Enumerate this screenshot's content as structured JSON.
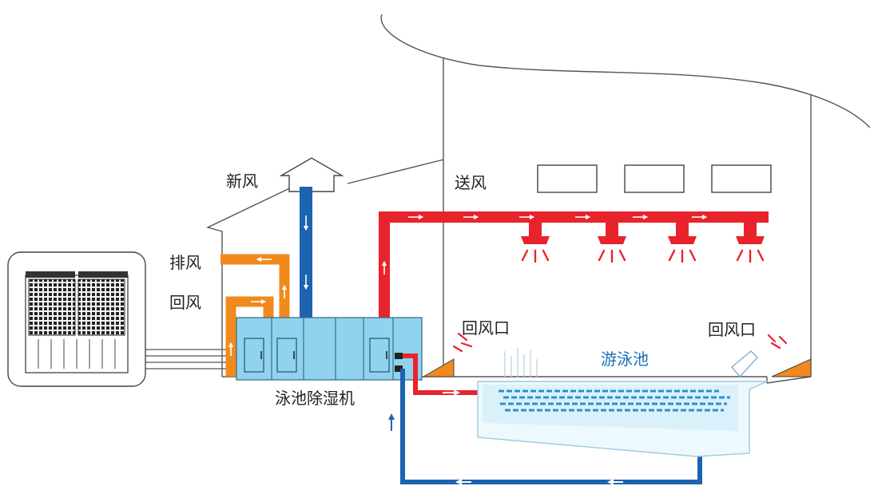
{
  "labels": {
    "fresh_air": "新风",
    "supply_air": "送风",
    "exhaust_air": "排风",
    "return_air": "回风",
    "return_vent_left": "回风口",
    "return_vent_right": "回风口",
    "pool": "游泳池",
    "dehumidifier": "泳池除湿机"
  },
  "colors": {
    "supply_duct": "#e8232c",
    "fresh_duct": "#1c63b0",
    "exhaust_duct": "#f08a1d",
    "unit_body": "#8fd3ee",
    "pool_water": "#daf1fb",
    "outline": "#444444"
  }
}
